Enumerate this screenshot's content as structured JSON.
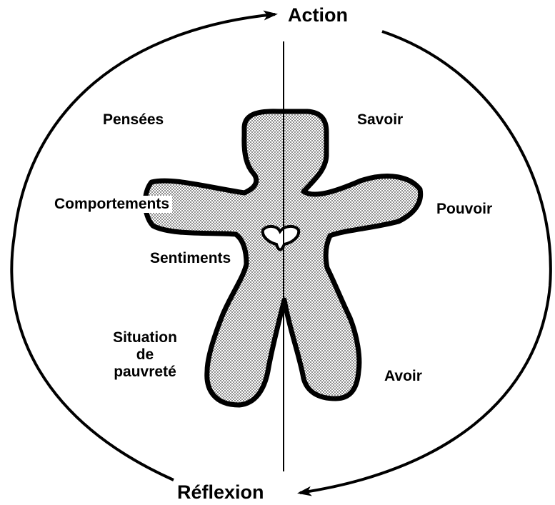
{
  "diagram": {
    "top_label": "Action",
    "bottom_label": "Réflexion",
    "left_labels": {
      "thoughts": "Pensées",
      "behaviours": "Comportements",
      "feelings": "Sentiments",
      "situation_line1": "Situation",
      "situation_line2": "de",
      "situation_line3": "pauvreté"
    },
    "right_labels": {
      "knowledge": "Savoir",
      "power": "Pouvoir",
      "having": "Avoir"
    },
    "colors": {
      "ink": "#000000",
      "figure_fill": "#a8a8a8",
      "background": "#ffffff"
    }
  }
}
